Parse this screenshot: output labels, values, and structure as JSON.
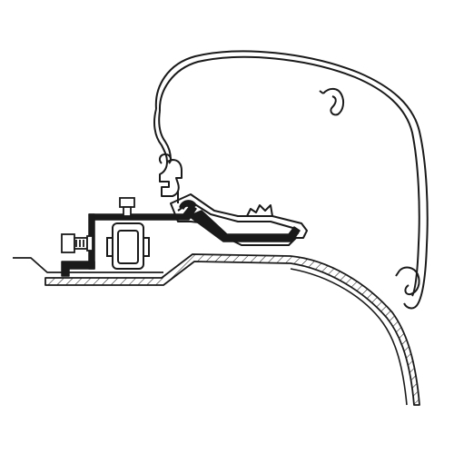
{
  "diagram": {
    "subject": "",
    "colors": {
      "background": "#ffffff",
      "outline": "#1a1a1a",
      "profile_fill": "#ffffff",
      "bracket_fill": "#1a1a1a",
      "hatch": "#1a1a1a"
    },
    "parts": [
      "awning-cassette",
      "mounting-rail",
      "adapter-bracket",
      "clamp-block",
      "bolt-and-nut",
      "vehicle-roof-panel",
      "roof-inner-lining"
    ]
  }
}
